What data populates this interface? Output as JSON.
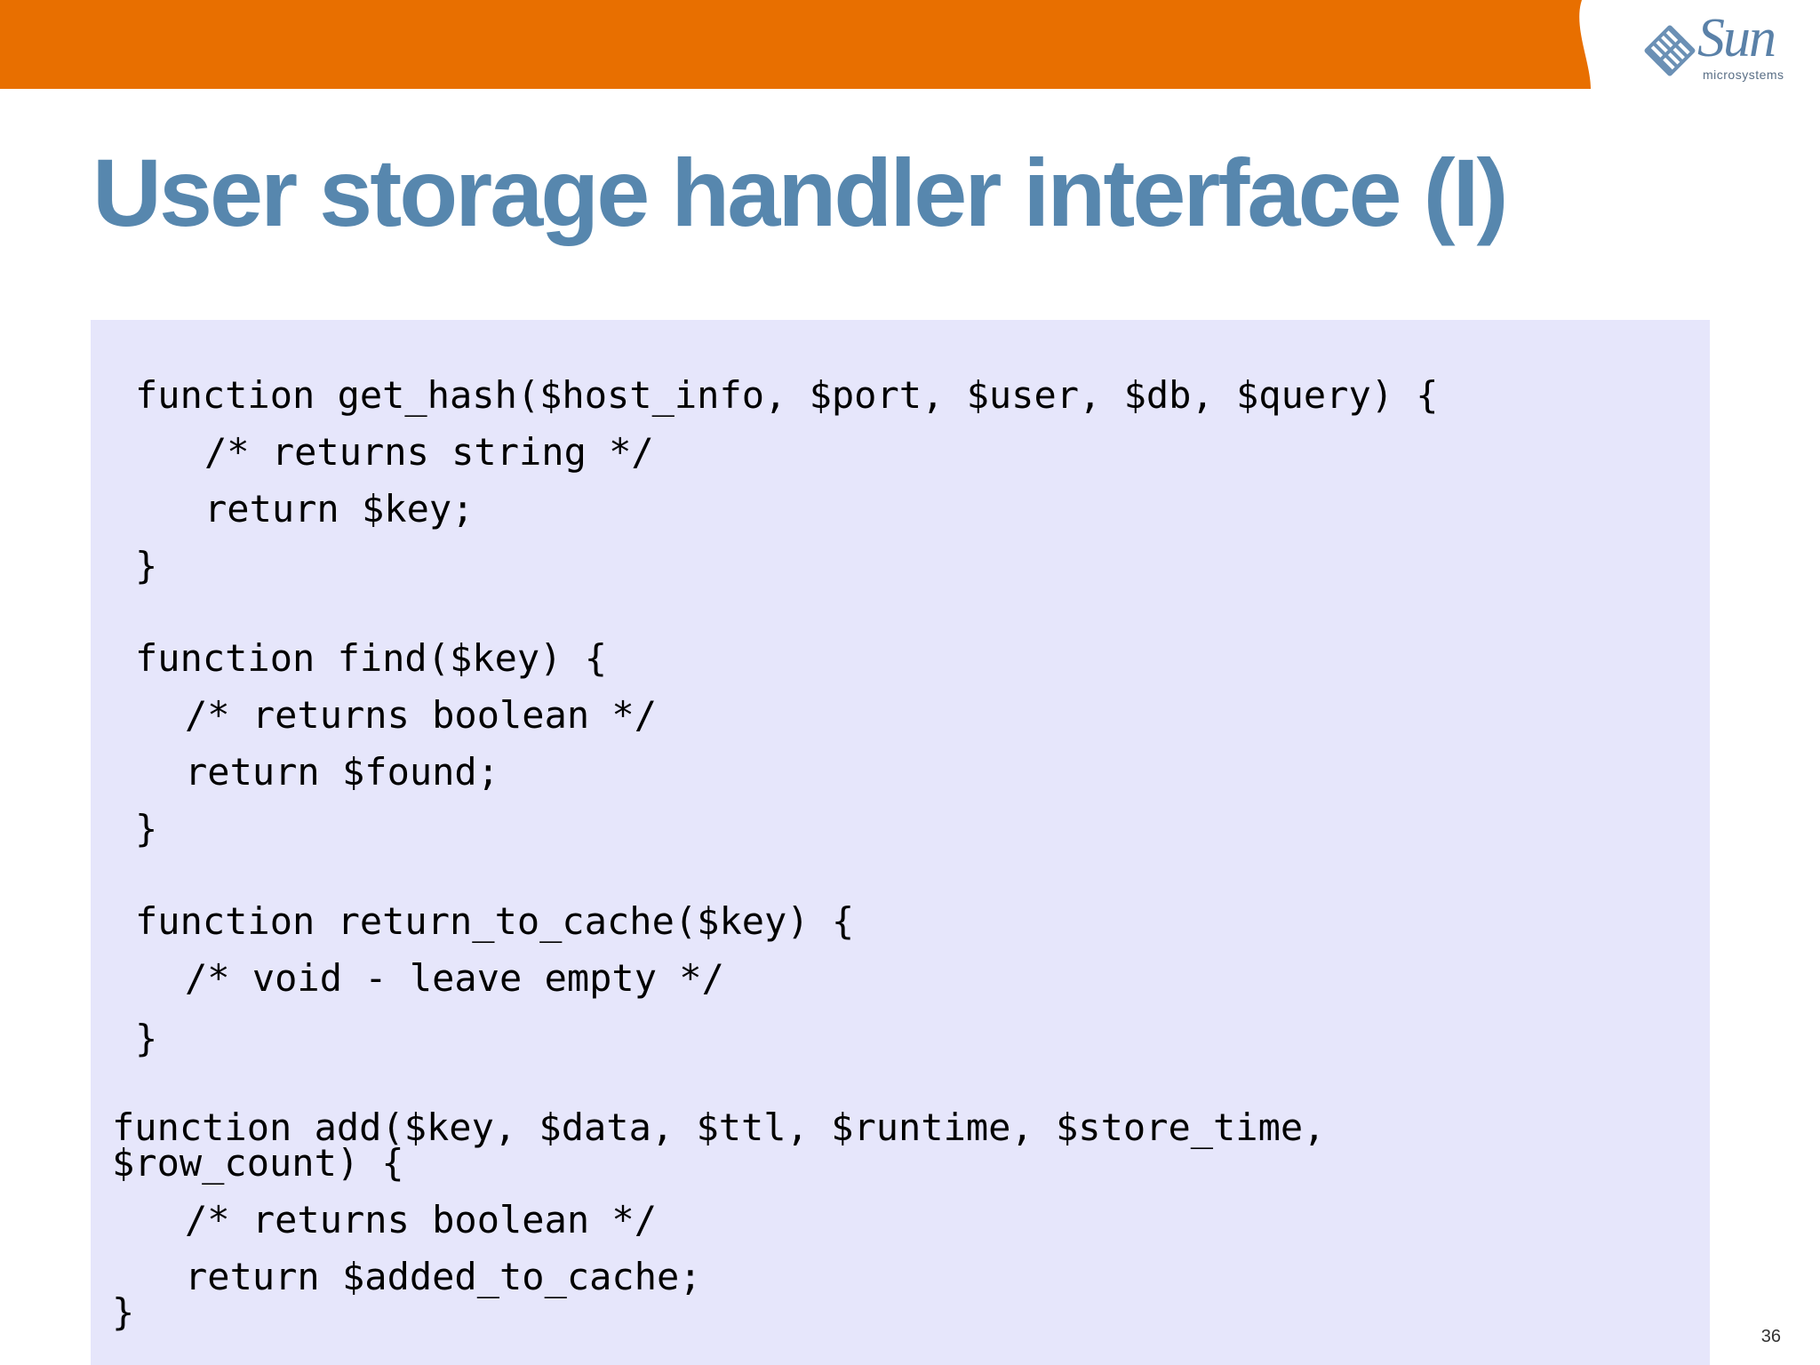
{
  "header": {
    "brand_color": "#e86f00",
    "logo": {
      "icon": "sun-diamond-icon",
      "word": "Sun",
      "sub": "microsystems",
      "color": "#5a81a8"
    }
  },
  "title": "User storage handler interface (I)",
  "code": {
    "background": "#e6e6fb",
    "lines": [
      "function get_hash($host_info, $port, $user, $db, $query) {",
      "/* returns string */",
      "return $key;",
      "}",
      "function find($key) {",
      "/* returns boolean */",
      "return $found;",
      "}",
      "function return_to_cache($key) {",
      "/* void - leave empty */",
      "}",
      "function add($key, $data, $ttl, $runtime, $store_time,",
      "$row_count) {",
      "/* returns boolean */",
      "return $added_to_cache;",
      "}"
    ]
  },
  "page_number": "36"
}
